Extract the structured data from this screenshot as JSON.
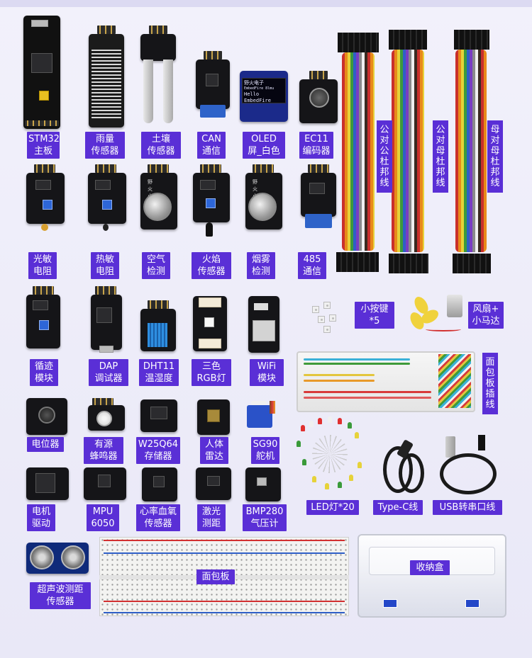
{
  "labels": {
    "stm32": "STM32\n主板",
    "rain": "雨量\n传感器",
    "soil": "土壤\n传感器",
    "can": "CAN\n通信",
    "oled": "OLED\n屏_白色",
    "ec11": "EC11\n编码器",
    "light": "光敏\n电阻",
    "thermistor": "热敏\n电阻",
    "air": "空气\n检测",
    "flame": "火焰\n传感器",
    "smoke": "烟雾\n检测",
    "rs485": "485\n通信",
    "tracking": "循迹\n模块",
    "dap": "DAP\n调试器",
    "dht11": "DHT11\n温湿度",
    "rgb": "三色\nRGB灯",
    "wifi": "WiFi\n模块",
    "potentiometer": "电位器",
    "buzzer": "有源\n蜂鸣器",
    "w25q64": "W25Q64\n存储器",
    "radar": "人体\n雷达",
    "sg90": "SG90\n舵机",
    "motor_driver": "电机\n驱动",
    "mpu6050": "MPU\n6050",
    "heart": "心率血氧\n传感器",
    "laser": "激光\n测距",
    "bmp280": "BMP280\n气压计",
    "ultrasonic": "超声波测距\n传感器",
    "breadboard": "面包板",
    "storage_box": "收纳盒",
    "key_small": "小按键\n*5",
    "fan": "风扇+\n小马达",
    "led": "LED灯*20",
    "typec": "Type-C线",
    "usb_serial": "USB转串口线"
  },
  "vertical_labels": {
    "mm_wire": "公对公杜邦线",
    "mf_wire": "公对母杜邦线",
    "ff_wire": "母对母杜邦线",
    "bb_jumper": "面包板插线"
  },
  "board_text": {
    "oled_line1": "野火电子",
    "oled_line2": "EmbedFire 8lmu",
    "oled_line3": "Hello EmbedFire",
    "air_logo": "野火小智",
    "smoke_logo": "野火小智"
  },
  "colors": {
    "label_bg": "#5a2fd6",
    "background": "#eceaf8"
  }
}
